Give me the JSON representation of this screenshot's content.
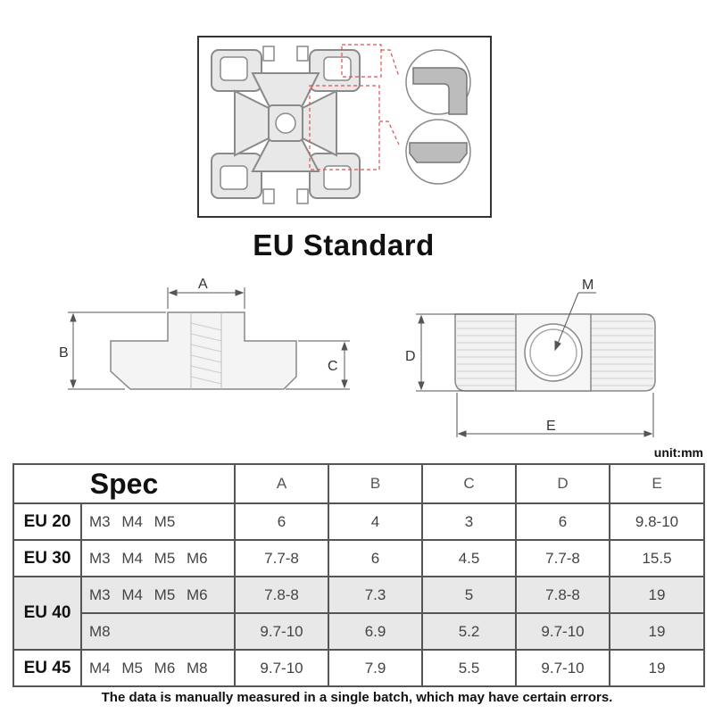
{
  "title": "EU Standard",
  "dims": {
    "a": "A",
    "b": "B",
    "c": "C",
    "d": "D",
    "e": "E",
    "m": "M"
  },
  "unit": "unit:mm",
  "table": {
    "spec_header": "Spec",
    "columns": [
      "A",
      "B",
      "C",
      "D",
      "E"
    ],
    "rows": [
      {
        "series": "EU 20",
        "threads": "M3 M4 M5",
        "values": [
          "6",
          "4",
          "3",
          "6",
          "9.8-10"
        ]
      },
      {
        "series": "EU 30",
        "threads": "M3 M4 M5 M6",
        "values": [
          "7.7-8",
          "6",
          "4.5",
          "7.7-8",
          "15.5"
        ]
      },
      {
        "series": "EU 40",
        "threads": "M3 M4 M5 M6",
        "values": [
          "7.8-8",
          "7.3",
          "5",
          "7.8-8",
          "19"
        ]
      },
      {
        "series": "",
        "threads": "M8",
        "values": [
          "9.7-10",
          "6.9",
          "5.2",
          "9.7-10",
          "19"
        ]
      },
      {
        "series": "EU 45",
        "threads": "M4 M5 M6 M8",
        "values": [
          "9.7-10",
          "7.9",
          "5.5",
          "9.7-10",
          "19"
        ]
      }
    ]
  },
  "footnote": "The data is manually measured in a single batch, which may have certain errors.",
  "colors": {
    "metal": "#e6e6e6",
    "metal_stroke": "#8a8a8a",
    "highlight_dash": "#d9534f",
    "shade": "#e8e8e8"
  }
}
